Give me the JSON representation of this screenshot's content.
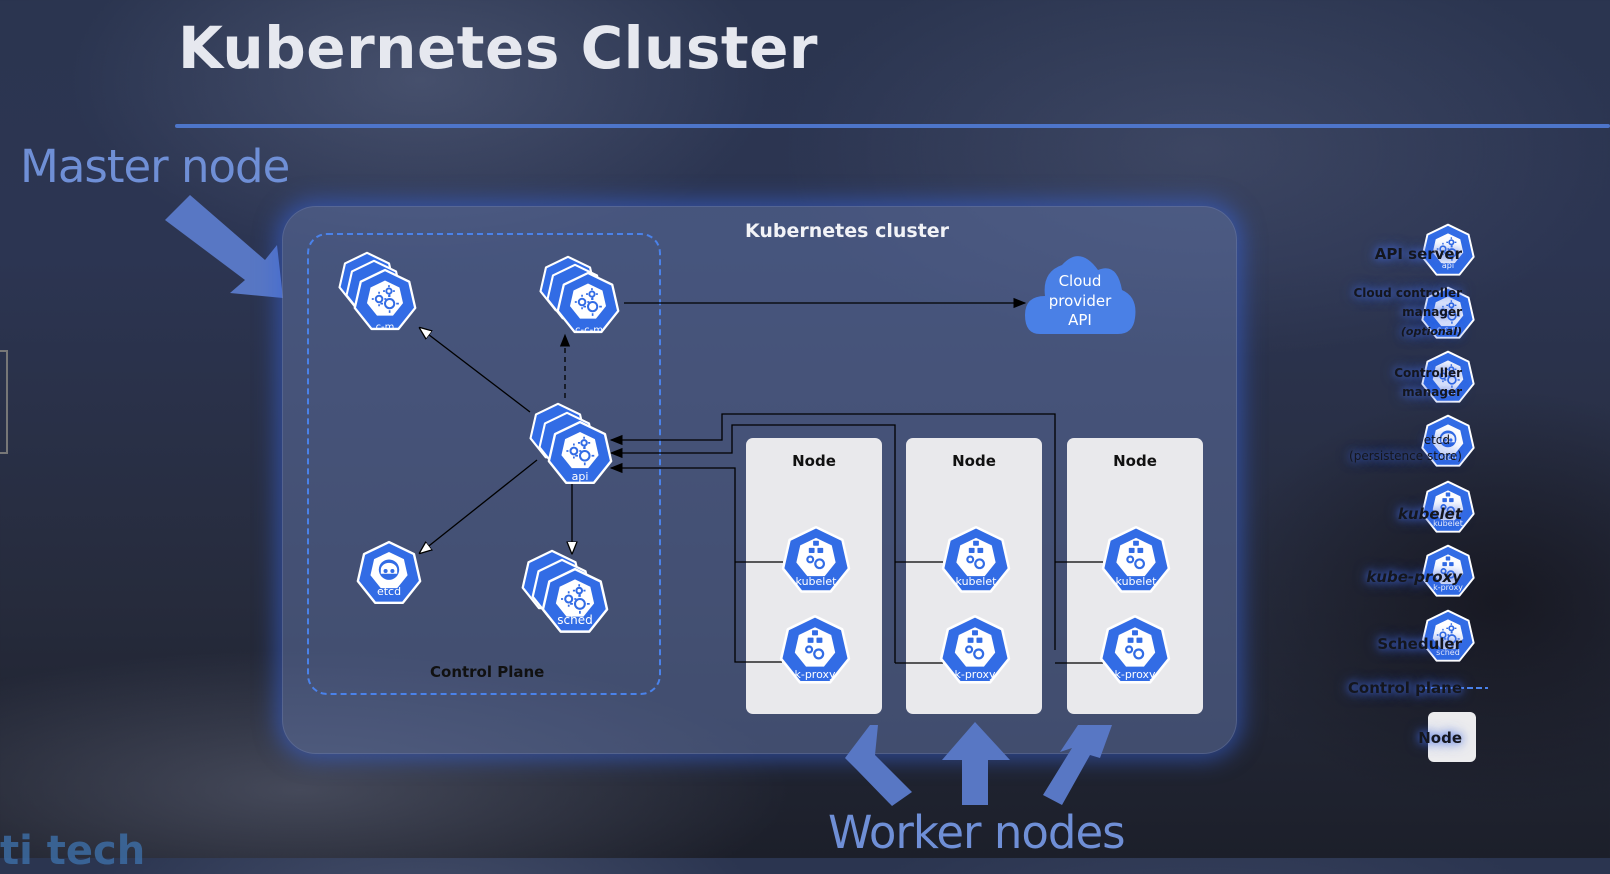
{
  "slide": {
    "title": "Kubernetes Cluster",
    "master_label": "Master node",
    "worker_label": "Worker nodes",
    "watermark": "ti tech"
  },
  "colors": {
    "k8s_blue": "#326ce5",
    "accent_blue": "#4f78d0",
    "annotation_blue": "#6f8fd6",
    "node_bg": "#e9e9ec"
  },
  "diagram": {
    "cluster_title": "Kubernetes cluster",
    "control_plane_label": "Control Plane",
    "cloud_label_lines": [
      "Cloud",
      "provider",
      "API"
    ],
    "control_plane_components": [
      {
        "id": "c-m",
        "label": "c-m",
        "stacked": true
      },
      {
        "id": "c-c-m",
        "label": "c-c-m",
        "stacked": true
      },
      {
        "id": "api",
        "label": "api",
        "stacked": true
      },
      {
        "id": "etcd",
        "label": "etcd",
        "stacked": false
      },
      {
        "id": "sched",
        "label": "sched",
        "stacked": true
      }
    ],
    "nodes": [
      {
        "title": "Node",
        "components": [
          "kubelet",
          "k-proxy"
        ]
      },
      {
        "title": "Node",
        "components": [
          "kubelet",
          "k-proxy"
        ]
      },
      {
        "title": "Node",
        "components": [
          "kubelet",
          "k-proxy"
        ]
      }
    ]
  },
  "legend": {
    "items": [
      {
        "lines": [
          "API server"
        ],
        "icon": "api"
      },
      {
        "lines": [
          "Cloud controller",
          "manager",
          "(optional)"
        ],
        "icon": "c-c-m"
      },
      {
        "lines": [
          "Controller",
          "manager"
        ],
        "icon": "c-m"
      },
      {
        "lines": [
          "etcd",
          "(persistence store)"
        ],
        "icon": "etcd"
      },
      {
        "lines": [
          "kubelet"
        ],
        "icon": "kubelet"
      },
      {
        "lines": [
          "kube-proxy"
        ],
        "icon": "k-proxy"
      },
      {
        "lines": [
          "Scheduler"
        ],
        "icon": "sched"
      },
      {
        "lines": [
          "Control plane"
        ],
        "icon": "dashed-line"
      },
      {
        "lines": [
          "Node"
        ],
        "icon": "node-square"
      }
    ]
  }
}
